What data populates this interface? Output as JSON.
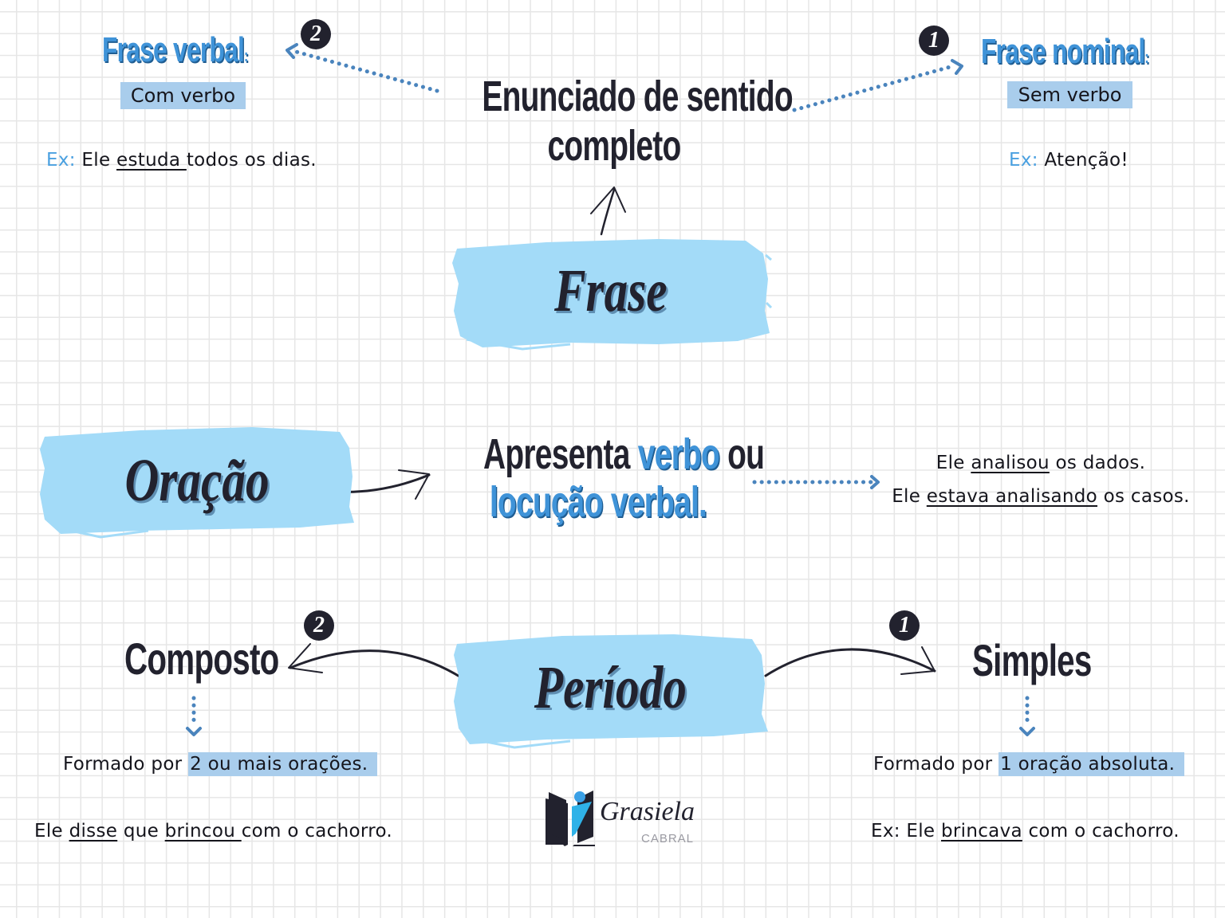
{
  "colors": {
    "brush": "#a3dbf8",
    "highlight": "#a9cdec",
    "accent_blue": "#3f93d8",
    "dark_text": "#22222e",
    "dotted_arrow": "#4a84bd",
    "grid_line": "#e6e6e6"
  },
  "frase_section": {
    "center_definition_line1": "Enunciado de sentido",
    "center_definition_line2": "completo",
    "brush_label": "Frase",
    "verbal": {
      "badge": "2",
      "title": "Frase verbal",
      "colon": ":",
      "tag": "Com verbo",
      "example": {
        "prefix": "Ex:",
        "before": "Ele ",
        "underlined": "estuda ",
        "after": "todos os dias."
      }
    },
    "nominal": {
      "badge": "1",
      "title": "Frase nominal",
      "colon": ":",
      "tag": "Sem verbo",
      "example": {
        "prefix": "Ex:",
        "text": "Atenção!"
      }
    }
  },
  "oracao_section": {
    "brush_label": "Oração",
    "definition": {
      "part1": "Apresenta ",
      "part2_blue": "verbo",
      "part3": " ou",
      "line2_blue": "locução verbal."
    },
    "examples": [
      {
        "before": "Ele ",
        "underlined": "analisou",
        "after": " os dados."
      },
      {
        "before": "Ele ",
        "underlined": "estava analisando",
        "after": " os casos."
      }
    ]
  },
  "periodo_section": {
    "brush_label": "Período",
    "composto": {
      "badge": "2",
      "title": "Composto",
      "definition": {
        "before": "Formado por ",
        "highlighted": "2 ou mais orações."
      },
      "example": {
        "p1": "Ele ",
        "u1": "disse",
        "p2": " que ",
        "u2": "brincou ",
        "p3": "com o cachorro."
      }
    },
    "simples": {
      "badge": "1",
      "title": "Simples",
      "definition": {
        "before": "Formado por ",
        "highlighted": "1 oração absoluta."
      },
      "example": {
        "prefix": "Ex: Ele ",
        "underlined": "brincava",
        "after": " com o cachorro."
      }
    }
  },
  "logo": {
    "icon": "open-book-with-person-icon",
    "name": "Grasiela",
    "surname": "CABRAL"
  }
}
